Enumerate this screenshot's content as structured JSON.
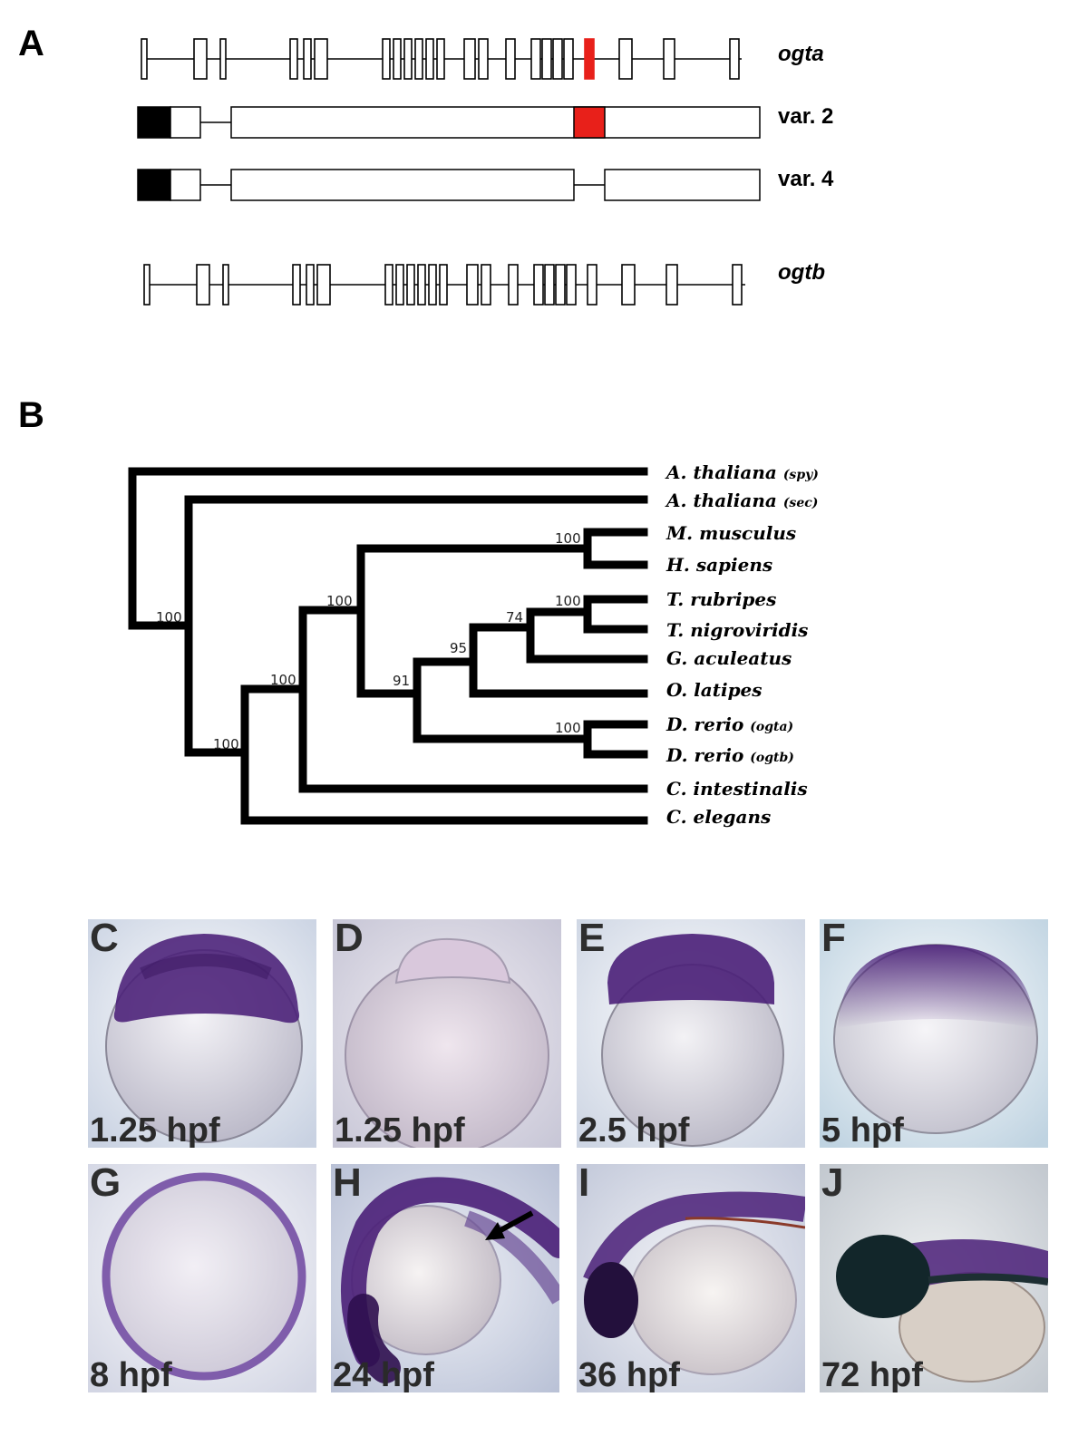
{
  "panel_labels": {
    "a": "A",
    "b": "B"
  },
  "gene_structure": {
    "rows": [
      {
        "label": "ogta"
      },
      {
        "label": "var. 2"
      },
      {
        "label": "var. 4"
      },
      {
        "label": "ogtb"
      }
    ],
    "colors": {
      "highlight_exon": "#e8201a",
      "coding_start": "#000000",
      "outline": "#000000"
    }
  },
  "tree": {
    "taxa": [
      {
        "genus": "A. thaliana",
        "qualifier": "(spy)"
      },
      {
        "genus": "A. thaliana",
        "qualifier": "(sec)"
      },
      {
        "genus": "M. musculus",
        "qualifier": ""
      },
      {
        "genus": "H. sapiens",
        "qualifier": ""
      },
      {
        "genus": "T. rubripes",
        "qualifier": ""
      },
      {
        "genus": "T. nigroviridis",
        "qualifier": ""
      },
      {
        "genus": "G. aculeatus",
        "qualifier": ""
      },
      {
        "genus": "O. latipes",
        "qualifier": ""
      },
      {
        "genus": "D. rerio",
        "qualifier": "(ogta)"
      },
      {
        "genus": "D. rerio",
        "qualifier": "(ogtb)"
      },
      {
        "genus": "C. intestinalis",
        "qualifier": ""
      },
      {
        "genus": "C. elegans",
        "qualifier": ""
      }
    ],
    "bootstrap": [
      "100",
      "100",
      "100",
      "100",
      "91",
      "95",
      "74",
      "100",
      "100",
      "100"
    ]
  },
  "images": [
    {
      "letter": "C",
      "time": "1.25 hpf"
    },
    {
      "letter": "D",
      "time": "1.25 hpf"
    },
    {
      "letter": "E",
      "time": "2.5 hpf"
    },
    {
      "letter": "F",
      "time": "5 hpf"
    },
    {
      "letter": "G",
      "time": "8 hpf"
    },
    {
      "letter": "H",
      "time": "24 hpf"
    },
    {
      "letter": "I",
      "time": "36 hpf"
    },
    {
      "letter": "J",
      "time": "72 hpf"
    }
  ],
  "stain_color": "#4a1f78"
}
